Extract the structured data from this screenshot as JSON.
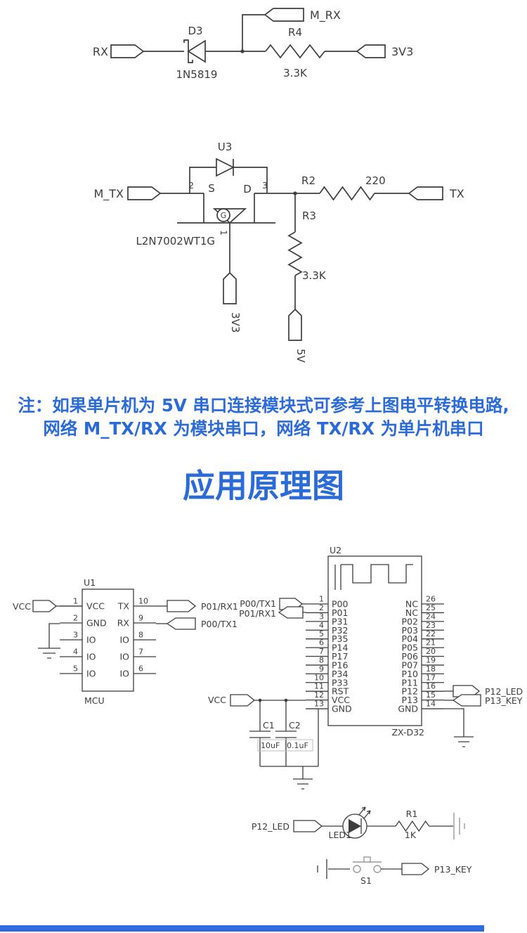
{
  "colors": {
    "accent_blue": "#2b6bd8",
    "schematic_line": "#3d3d3d",
    "muted_gray": "#9a9a9a",
    "footer_bar": "#2f6be0"
  },
  "note": {
    "line1": "注：如果单片机为 5V 串口连接模块式可参考上图电平转换电路,",
    "line2": "网络 M_TX/RX 为模块串口，网络 TX/RX 为单片机串口"
  },
  "title": "应用原理图",
  "rx_circuit": {
    "ports": {
      "rx": "RX",
      "m_rx": "M_RX",
      "v33": "3V3"
    },
    "diode": {
      "ref": "D3",
      "value": "1N5819"
    },
    "resistor": {
      "ref": "R4",
      "value": "3.3K"
    }
  },
  "tx_circuit": {
    "ports": {
      "m_tx": "M_TX",
      "tx": "TX",
      "v33": "3V3",
      "v5": "5V"
    },
    "diode_ref": "U3",
    "mosfet": {
      "part": "L2N7002WT1G",
      "pin2": "2",
      "pin3": "3",
      "pin_g_num": "1",
      "pin_s": "S",
      "pin_d": "D",
      "gate_label": "G"
    },
    "r2": {
      "ref": "R2",
      "value": "220"
    },
    "r3": {
      "ref": "R3",
      "value": "3.3K"
    }
  },
  "u1": {
    "ref": "U1",
    "name": "MCU",
    "left_pins": [
      {
        "num": "1",
        "label": "VCC"
      },
      {
        "num": "2",
        "label": "GND"
      },
      {
        "num": "3",
        "label": "IO"
      },
      {
        "num": "4",
        "label": "IO"
      },
      {
        "num": "5",
        "label": "IO"
      }
    ],
    "right_pins": [
      {
        "num": "10",
        "label": "TX"
      },
      {
        "num": "9",
        "label": "RX"
      },
      {
        "num": "8",
        "label": "IO"
      },
      {
        "num": "7",
        "label": "IO"
      },
      {
        "num": "6",
        "label": "IO"
      }
    ],
    "ports": {
      "vcc": "VCC",
      "p01": "P01/RX1",
      "p00": "P00/TX1"
    }
  },
  "u2": {
    "ref": "U2",
    "name": "ZX-D32",
    "left_pins": [
      {
        "num": "1",
        "label": "P00"
      },
      {
        "num": "2",
        "label": "P01"
      },
      {
        "num": "3",
        "label": "P31"
      },
      {
        "num": "4",
        "label": "P32"
      },
      {
        "num": "5",
        "label": "P35"
      },
      {
        "num": "6",
        "label": "P14"
      },
      {
        "num": "7",
        "label": "P17"
      },
      {
        "num": "8",
        "label": "P16"
      },
      {
        "num": "9",
        "label": "P34"
      },
      {
        "num": "10",
        "label": "P33"
      },
      {
        "num": "11",
        "label": "RST"
      },
      {
        "num": "12",
        "label": "VCC"
      },
      {
        "num": "13",
        "label": "GND"
      }
    ],
    "right_pins": [
      {
        "num": "26",
        "label": "NC"
      },
      {
        "num": "25",
        "label": "NC"
      },
      {
        "num": "24",
        "label": "P02"
      },
      {
        "num": "23",
        "label": "P03"
      },
      {
        "num": "22",
        "label": "P04"
      },
      {
        "num": "21",
        "label": "P05"
      },
      {
        "num": "20",
        "label": "P06"
      },
      {
        "num": "19",
        "label": "P07"
      },
      {
        "num": "18",
        "label": "P10"
      },
      {
        "num": "17",
        "label": "P11"
      },
      {
        "num": "16",
        "label": "P12"
      },
      {
        "num": "15",
        "label": "P13"
      },
      {
        "num": "14",
        "label": "GND"
      }
    ],
    "ports": {
      "p00": "P00/TX1",
      "p01": "P01/RX1",
      "vcc": "VCC",
      "p12": "P12_LED",
      "p13": "P13_KEY"
    }
  },
  "caps": {
    "c1": {
      "ref": "C1",
      "value": "10uF"
    },
    "c2": {
      "ref": "C2",
      "value": "0.1uF"
    }
  },
  "led_circuit": {
    "port": "P12_LED",
    "led_ref": "LED1",
    "r1": {
      "ref": "R1",
      "value": "1K"
    }
  },
  "key_circuit": {
    "ref": "S1",
    "port": "P13_KEY"
  }
}
